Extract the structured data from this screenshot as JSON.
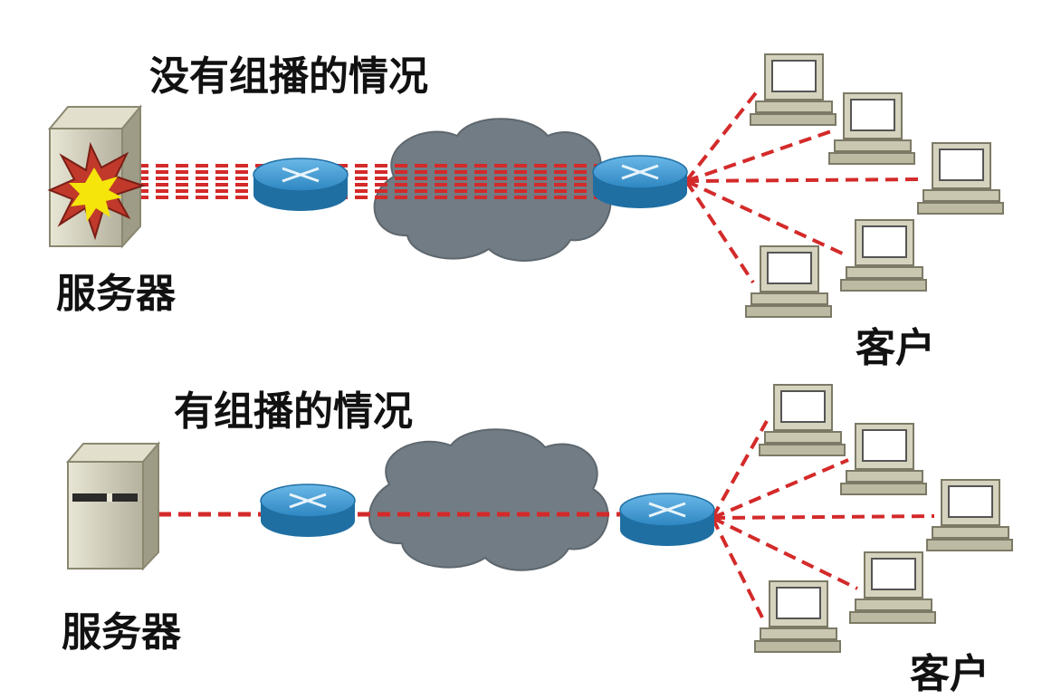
{
  "panels": [
    {
      "title": "没有组播的情况",
      "server_label": "服务器",
      "client_label": "客户",
      "server_state": "overloaded",
      "streams_per_link": 6
    },
    {
      "title": "有组播的情况",
      "server_label": "服务器",
      "client_label": "客户",
      "server_state": "normal",
      "streams_per_link": 1
    }
  ],
  "colors": {
    "stream": "#d42a2a",
    "router": "#2e86c1",
    "cloud": "#707a82",
    "server": "#cfcdb8",
    "client": "#d5d3bd",
    "burst_outer": "#c0392b",
    "burst_inner": "#f5e50b"
  }
}
